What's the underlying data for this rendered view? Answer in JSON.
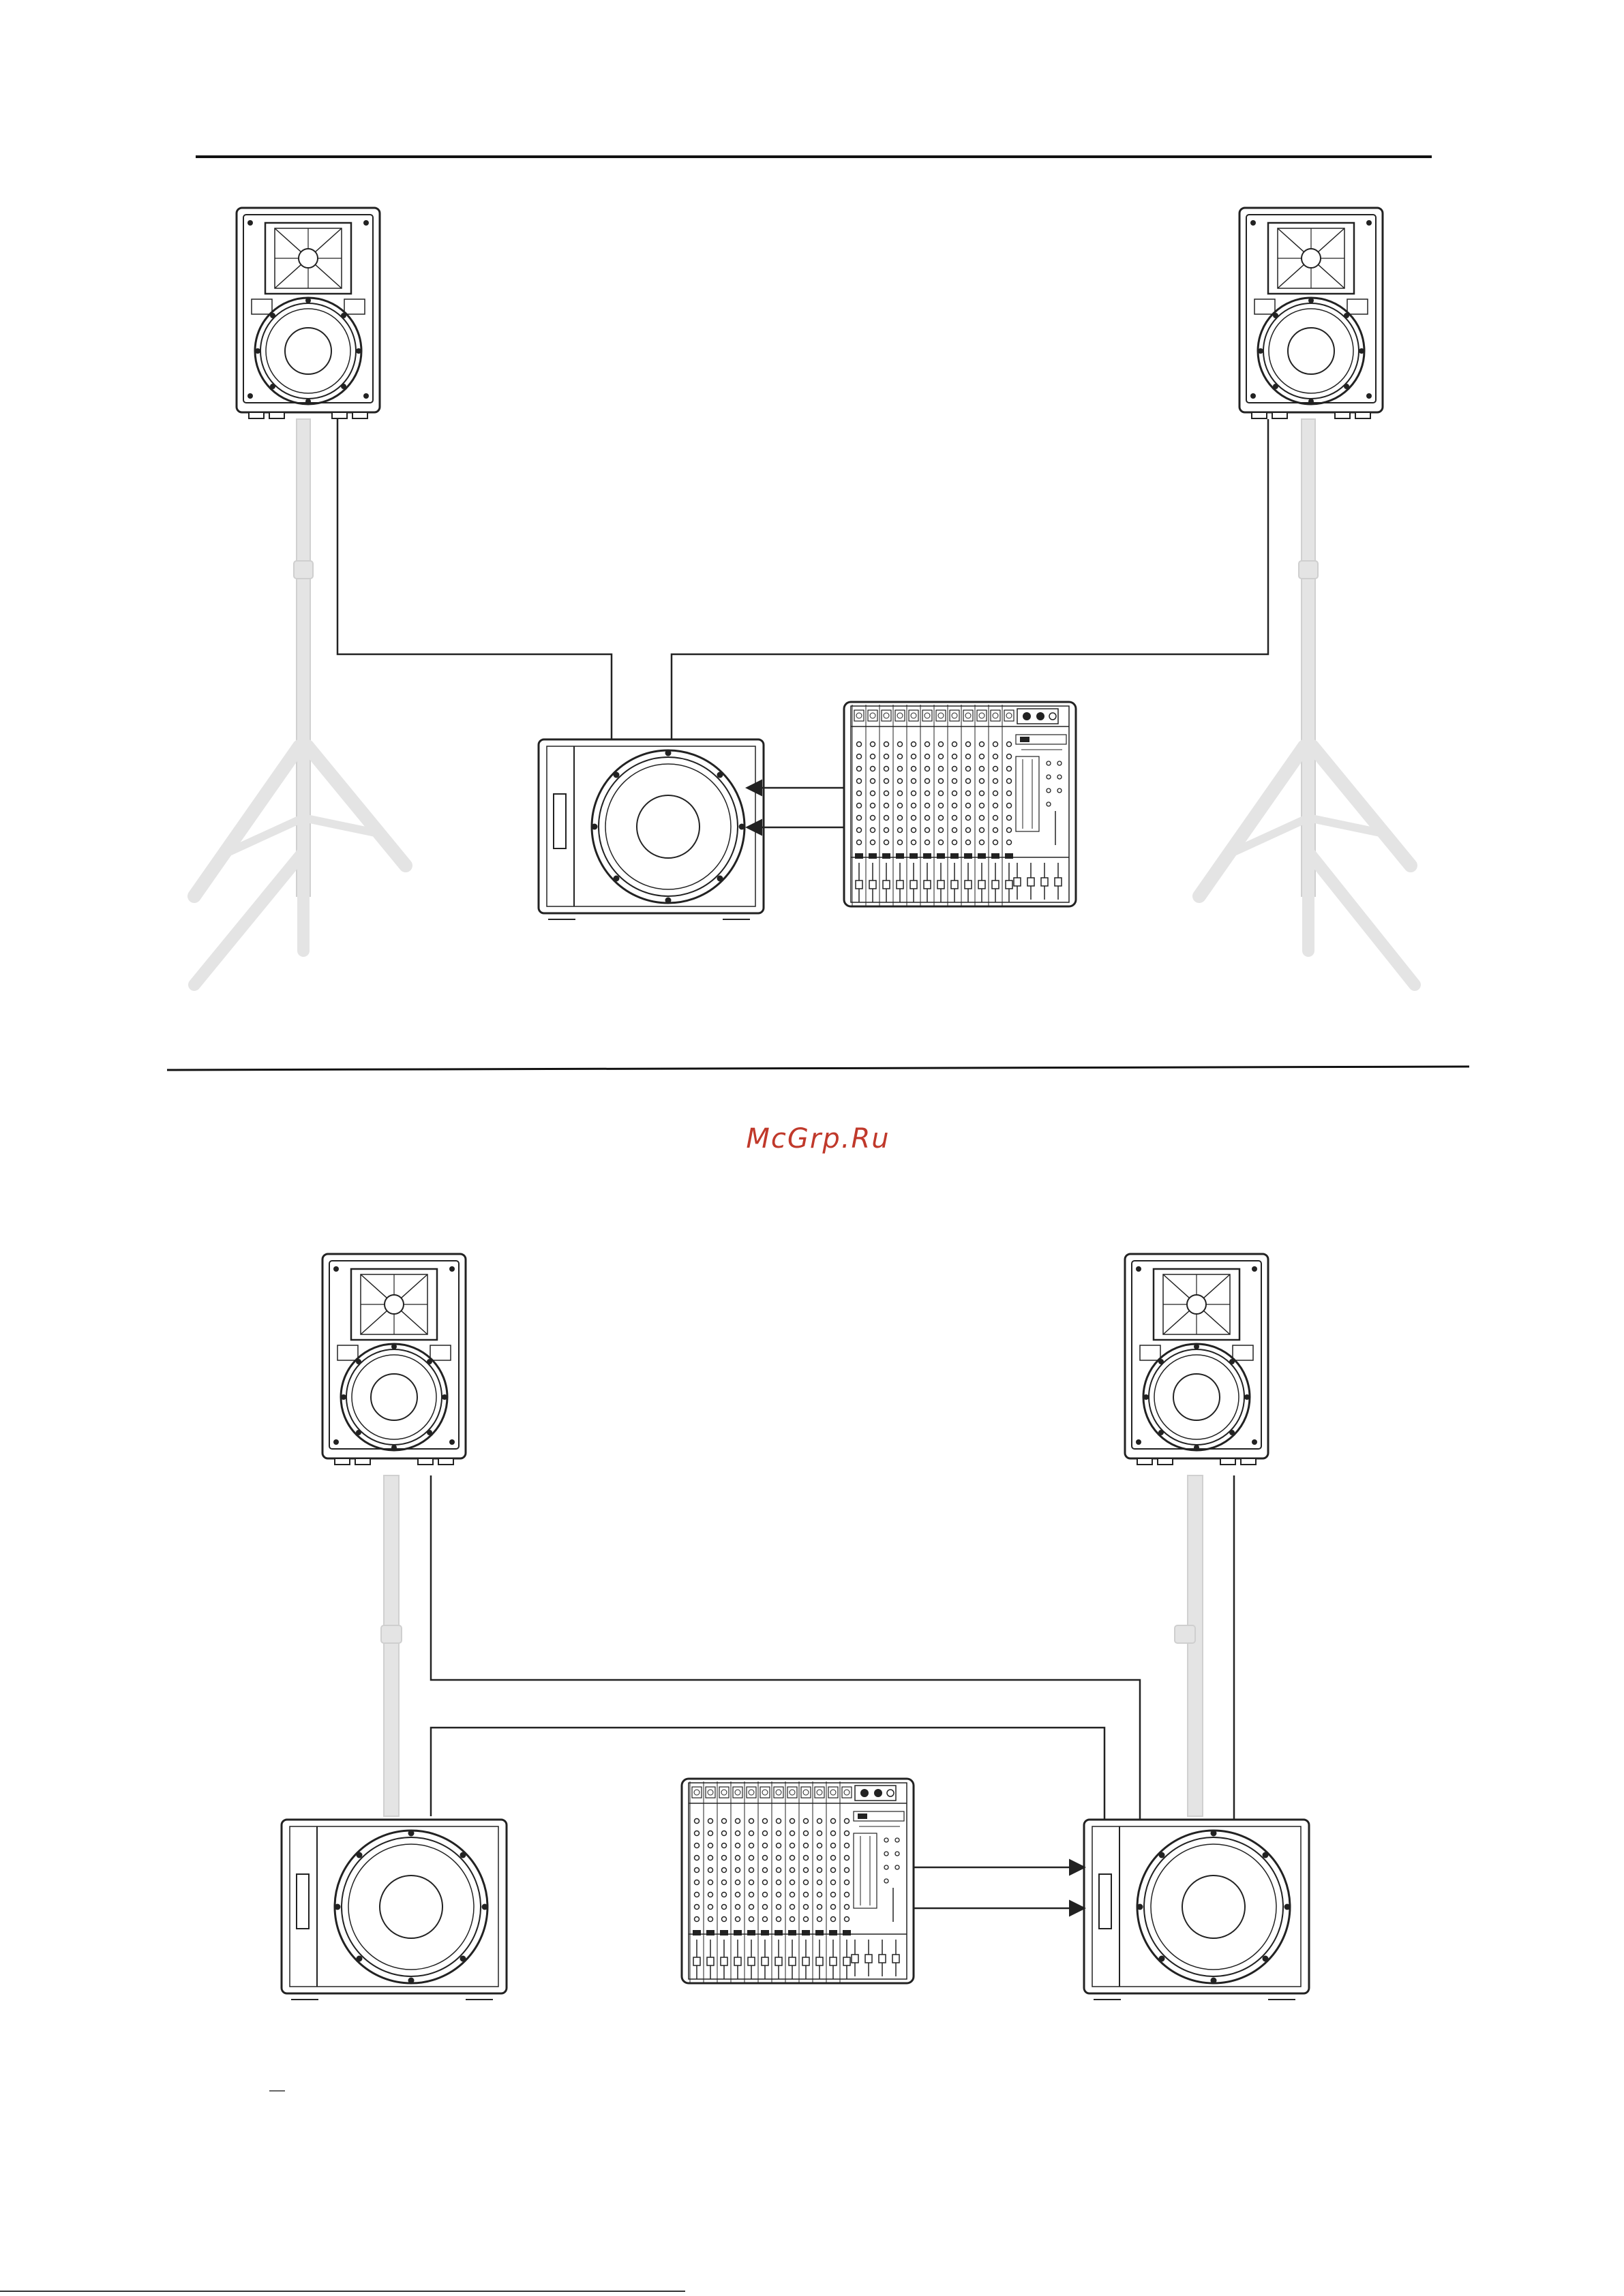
{
  "watermark": {
    "text": "McGrp.Ru",
    "color": "#c0392b"
  },
  "colors": {
    "line": "#222222",
    "stand": "#dedede",
    "rule": "#111111"
  },
  "figures": [
    {
      "name": "setup-1",
      "speakers": [
        "top-left",
        "top-right"
      ],
      "subwoofers": 1,
      "mixer": 1,
      "signal_arrows": 2
    },
    {
      "name": "setup-2",
      "speakers": [
        "top-left",
        "top-right"
      ],
      "subwoofers": 2,
      "mixer": 1,
      "signal_arrows": 2
    }
  ]
}
